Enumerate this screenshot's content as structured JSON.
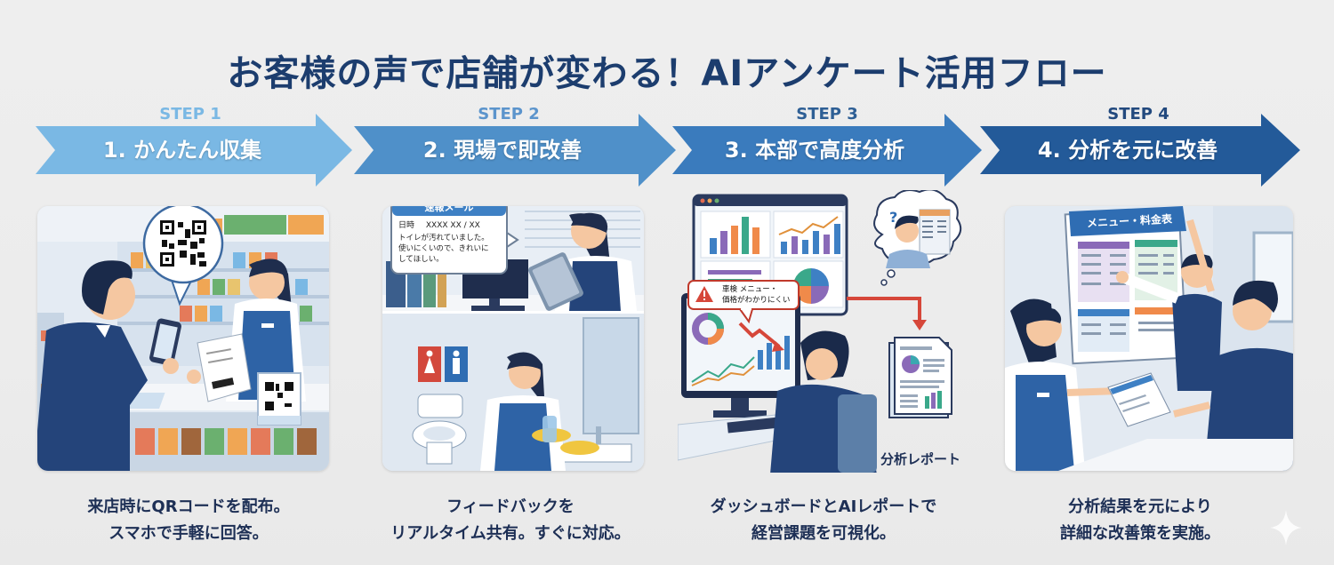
{
  "title": "お客様の声で店舗が変わる！AIアンケート活用フロー",
  "steps": [
    {
      "label": "STEP 1",
      "heading": "1. かんたん収集",
      "color": "#7ab8e4",
      "label_color": "#7ab8e4",
      "scene": {
        "qr_bubble_icon": "qr-code-icon",
        "description": "Customer scanning QR code with smartphone at store counter"
      },
      "caption": [
        "来店時にQRコードを配布。",
        "スマホで手軽に回答。"
      ]
    },
    {
      "label": "STEP 2",
      "heading": "2. 現場で即改善",
      "color": "#4f90c9",
      "label_color": "#5b94cc",
      "scene": {
        "mail_title": "速報メール",
        "mail_date_label": "日時",
        "mail_date_value": "XXXX XX / XX",
        "mail_body": [
          "トイレが汚れていました。",
          "使いにくいので、きれいに",
          "してほしい。"
        ]
      },
      "caption": [
        "フィードバックを",
        "リアルタイム共有。すぐに対応。"
      ]
    },
    {
      "label": "STEP 3",
      "heading": "3. 本部で高度分析",
      "color": "#3a7bbd",
      "label_color": "#2e5f95",
      "scene": {
        "alert_text": [
          "車検 メニュー・",
          "価格がわかりにくい"
        ],
        "report_label": "分析レポート"
      },
      "caption": [
        "ダッシュボードとAIレポートで",
        "経営課題を可視化。"
      ]
    },
    {
      "label": "STEP 4",
      "heading": "4. 分析を元に改善",
      "color": "#235a99",
      "label_color": "#22497e",
      "scene": {
        "board_title": "メニュー・料金表"
      },
      "caption": [
        "分析結果を元により",
        "詳細な改善策を実施。"
      ]
    }
  ]
}
